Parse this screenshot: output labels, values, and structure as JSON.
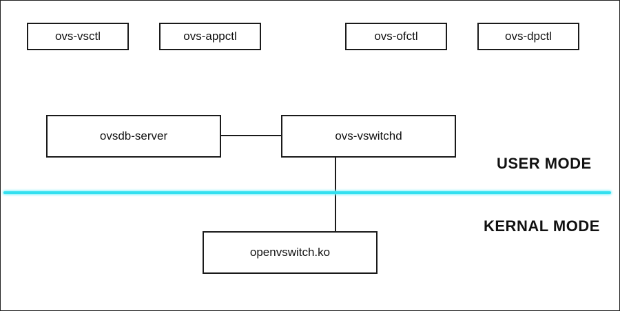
{
  "tools": {
    "vsctl": "ovs-vsctl",
    "appctl": "ovs-appctl",
    "ofctl": "ovs-ofctl",
    "dpctl": "ovs-dpctl"
  },
  "components": {
    "ovsdb_server": "ovsdb-server",
    "vswitchd": "ovs-vswitchd",
    "kernel_module": "openvswitch.ko"
  },
  "modes": {
    "user": "USER MODE",
    "kernel": "KERNAL MODE"
  },
  "colors": {
    "divider": "#33e0f0",
    "border": "#1a1a1a"
  }
}
